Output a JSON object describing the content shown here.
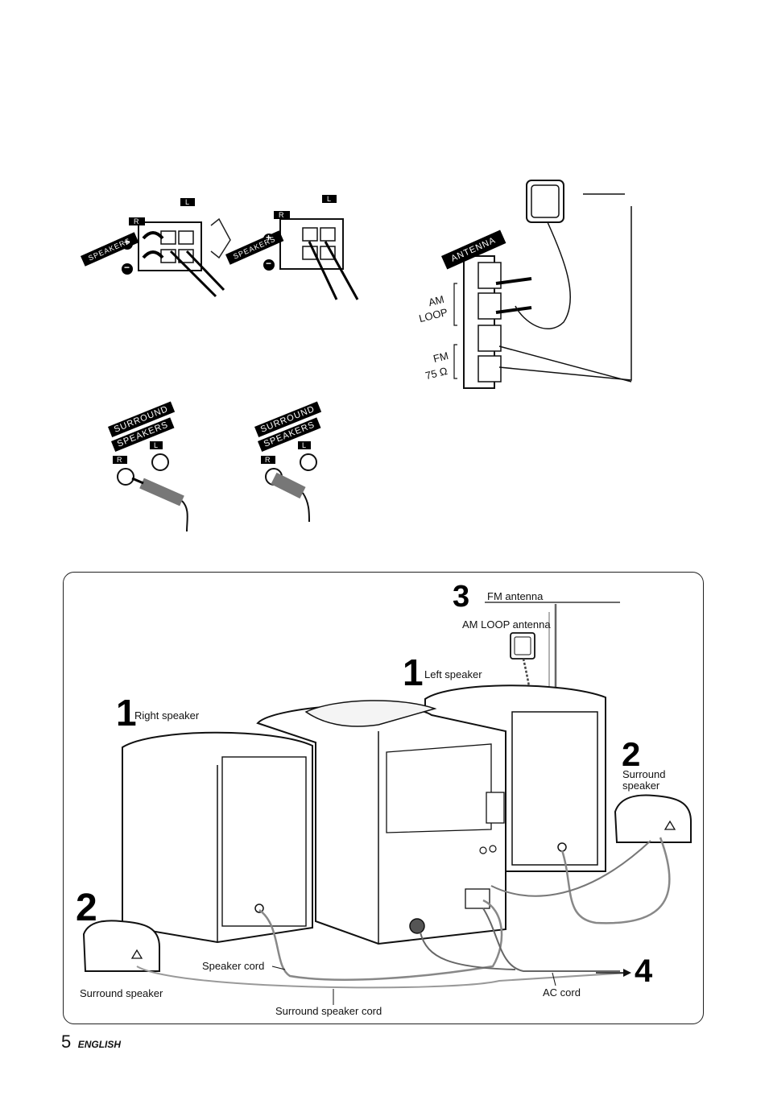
{
  "top_diagrams": {
    "speakers_panel": {
      "label": "SPEAKERS",
      "channel_right": "R",
      "channel_left": "L",
      "plus_sign": "+",
      "minus_sign": "−"
    },
    "antenna_panel": {
      "label": "ANTENNA",
      "am_loop_line1": "AM",
      "am_loop_line2": "LOOP",
      "fm_label": "FM",
      "fm_ohms": "75 Ω"
    },
    "surround_panel": {
      "label_line1": "SURROUND",
      "label_line2": "SPEAKERS",
      "channel_right": "R",
      "channel_left": "L"
    }
  },
  "main_diagram": {
    "step_fm_number": "3",
    "fm_antenna": "FM antenna",
    "am_loop_antenna": "AM LOOP antenna",
    "step_left_number": "1",
    "left_speaker": "Left speaker",
    "step_right_number": "1",
    "right_speaker": "Right speaker",
    "step_surround_right_number": "2",
    "surround_speaker_right": "Surround\nspeaker",
    "step_surround_left_number": "2",
    "surround_speaker_left": "Surround speaker",
    "speaker_cord": "Speaker cord",
    "surround_speaker_cord": "Surround speaker cord",
    "ac_cord": "AC cord",
    "step_ac_number": "4"
  },
  "footer": {
    "page_number": "5",
    "language": "ENGLISH"
  }
}
